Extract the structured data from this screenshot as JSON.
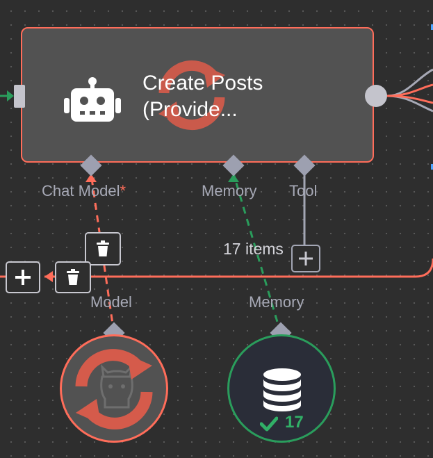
{
  "main_node": {
    "title_line1": "Create Posts",
    "title_line2": "(Provide...",
    "icon": "robot-icon",
    "status_overlay_icon": "refresh-icon"
  },
  "ports": {
    "chat_model": {
      "label": "Chat Model",
      "required_marker": "*"
    },
    "memory": {
      "label": "Memory"
    },
    "tool": {
      "label": "Tool"
    }
  },
  "connections": {
    "model_label": "Model",
    "memory_label": "Memory",
    "items_label": "17 items"
  },
  "sub_nodes": {
    "chat_model_node": {
      "icon": "llama-icon",
      "overlay_icon": "refresh-icon"
    },
    "memory_node": {
      "icon": "database-icon",
      "success_count": "17",
      "status_icon": "check-icon"
    }
  },
  "toolbar_icons": {
    "add": "plus-icon",
    "delete": "trash-icon"
  },
  "colors": {
    "canvas": "#2e2e2e",
    "node_fill": "#525252",
    "error_border": "#ff6d5a",
    "success": "#2a9d5c",
    "handle": "#9da0b0"
  }
}
